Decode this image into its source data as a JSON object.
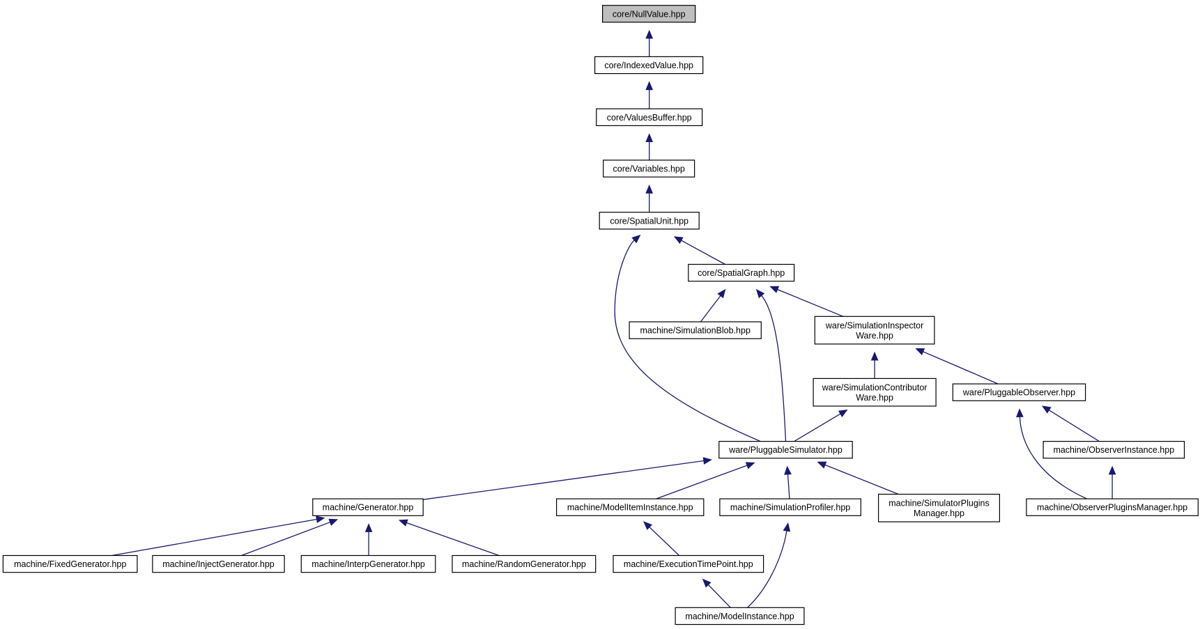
{
  "graph": {
    "title": "",
    "colors": {
      "edge": "#191970",
      "root_fill": "#bfbfbf",
      "node_fill": "#ffffff",
      "node_stroke": "#000000"
    },
    "nodes": [
      {
        "id": "nullvalue",
        "lines": [
          "core/NullValue.hpp"
        ],
        "root": true
      },
      {
        "id": "indexedvalue",
        "lines": [
          "core/IndexedValue.hpp"
        ]
      },
      {
        "id": "valuesbuffer",
        "lines": [
          "core/ValuesBuffer.hpp"
        ]
      },
      {
        "id": "variables",
        "lines": [
          "core/Variables.hpp"
        ]
      },
      {
        "id": "spatialunit",
        "lines": [
          "core/SpatialUnit.hpp"
        ]
      },
      {
        "id": "spatialgraph",
        "lines": [
          "core/SpatialGraph.hpp"
        ]
      },
      {
        "id": "simulationblob",
        "lines": [
          "machine/SimulationBlob.hpp"
        ]
      },
      {
        "id": "siminspectorware",
        "lines": [
          "ware/SimulationInspector",
          "Ware.hpp"
        ]
      },
      {
        "id": "simcontribware",
        "lines": [
          "ware/SimulationContributor",
          "Ware.hpp"
        ]
      },
      {
        "id": "pluggableobserver",
        "lines": [
          "ware/PluggableObserver.hpp"
        ]
      },
      {
        "id": "pluggablesimulator",
        "lines": [
          "ware/PluggableSimulator.hpp"
        ]
      },
      {
        "id": "observerinstance",
        "lines": [
          "machine/ObserverInstance.hpp"
        ]
      },
      {
        "id": "generator",
        "lines": [
          "machine/Generator.hpp"
        ]
      },
      {
        "id": "modeliteminstance",
        "lines": [
          "machine/ModelItemInstance.hpp"
        ]
      },
      {
        "id": "simprofiler",
        "lines": [
          "machine/SimulationProfiler.hpp"
        ]
      },
      {
        "id": "simpluginsmanager",
        "lines": [
          "machine/SimulatorPlugins",
          "Manager.hpp"
        ]
      },
      {
        "id": "observerpluginsmanager",
        "lines": [
          "machine/ObserverPluginsManager.hpp"
        ]
      },
      {
        "id": "fixedgenerator",
        "lines": [
          "machine/FixedGenerator.hpp"
        ]
      },
      {
        "id": "injectgenerator",
        "lines": [
          "machine/InjectGenerator.hpp"
        ]
      },
      {
        "id": "interpgenerator",
        "lines": [
          "machine/InterpGenerator.hpp"
        ]
      },
      {
        "id": "randomgenerator",
        "lines": [
          "machine/RandomGenerator.hpp"
        ]
      },
      {
        "id": "executiontimepoint",
        "lines": [
          "machine/ExecutionTimePoint.hpp"
        ]
      },
      {
        "id": "modelinstance",
        "lines": [
          "machine/ModelInstance.hpp"
        ]
      }
    ],
    "edges": [
      {
        "from": "indexedvalue",
        "to": "nullvalue"
      },
      {
        "from": "valuesbuffer",
        "to": "indexedvalue"
      },
      {
        "from": "variables",
        "to": "valuesbuffer"
      },
      {
        "from": "spatialunit",
        "to": "variables"
      },
      {
        "from": "spatialgraph",
        "to": "spatialunit"
      },
      {
        "from": "pluggablesimulator",
        "to": "spatialunit"
      },
      {
        "from": "simulationblob",
        "to": "spatialgraph"
      },
      {
        "from": "pluggablesimulator",
        "to": "spatialgraph"
      },
      {
        "from": "siminspectorware",
        "to": "spatialgraph"
      },
      {
        "from": "simcontribware",
        "to": "siminspectorware"
      },
      {
        "from": "pluggableobserver",
        "to": "siminspectorware"
      },
      {
        "from": "pluggablesimulator",
        "to": "simcontribware"
      },
      {
        "from": "observerinstance",
        "to": "pluggableobserver"
      },
      {
        "from": "observerpluginsmanager",
        "to": "pluggableobserver"
      },
      {
        "from": "observerpluginsmanager",
        "to": "observerinstance"
      },
      {
        "from": "generator",
        "to": "pluggablesimulator"
      },
      {
        "from": "modeliteminstance",
        "to": "pluggablesimulator"
      },
      {
        "from": "simprofiler",
        "to": "pluggablesimulator"
      },
      {
        "from": "simpluginsmanager",
        "to": "pluggablesimulator"
      },
      {
        "from": "fixedgenerator",
        "to": "generator"
      },
      {
        "from": "injectgenerator",
        "to": "generator"
      },
      {
        "from": "interpgenerator",
        "to": "generator"
      },
      {
        "from": "randomgenerator",
        "to": "generator"
      },
      {
        "from": "executiontimepoint",
        "to": "modeliteminstance"
      },
      {
        "from": "modelinstance",
        "to": "executiontimepoint"
      },
      {
        "from": "modelinstance",
        "to": "simprofiler"
      }
    ]
  }
}
